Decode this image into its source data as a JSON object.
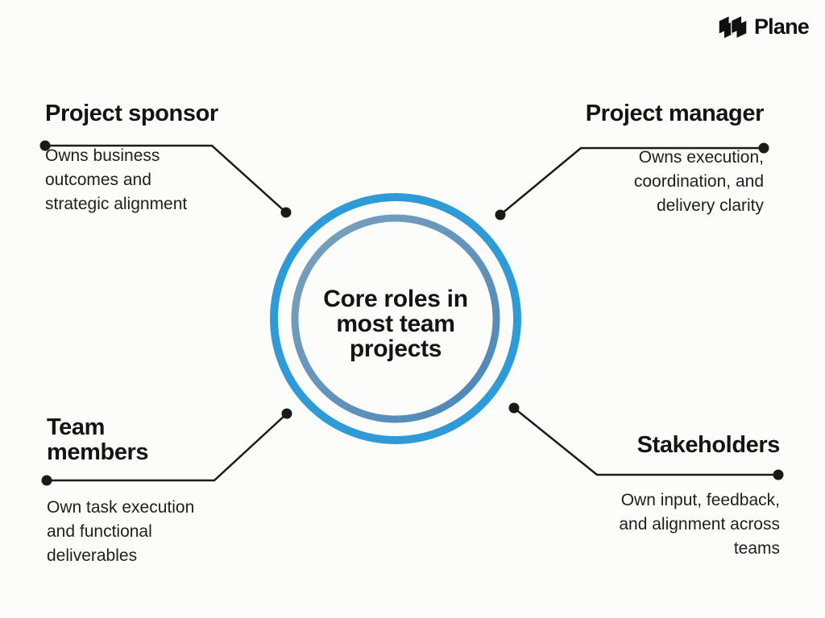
{
  "logo": {
    "brand": "Plane"
  },
  "center": {
    "lines": [
      "Core roles in",
      "most team",
      "projects"
    ]
  },
  "colors": {
    "background": "#fcfcfb",
    "outer_ring": "#2e9bd8",
    "inner_ring_start": "#7da2bc",
    "inner_ring_end": "#4986b8",
    "connector": "#1a1a1a",
    "dot": "#1a1a1a",
    "brand": "#101010"
  },
  "roles": {
    "top_left": {
      "title": "Project sponsor",
      "description": [
        "Owns business",
        "outcomes and",
        "strategic alignment"
      ]
    },
    "top_right": {
      "title": "Project manager",
      "description": [
        "Owns execution,",
        "coordination, and",
        "delivery clarity"
      ]
    },
    "bottom_left": {
      "title": [
        "Team",
        "members"
      ],
      "description": [
        "Own task execution",
        "and functional",
        "deliverables"
      ]
    },
    "bottom_right": {
      "title": "Stakeholders",
      "description": [
        "Own input, feedback,",
        "and alignment across",
        "teams"
      ]
    }
  }
}
